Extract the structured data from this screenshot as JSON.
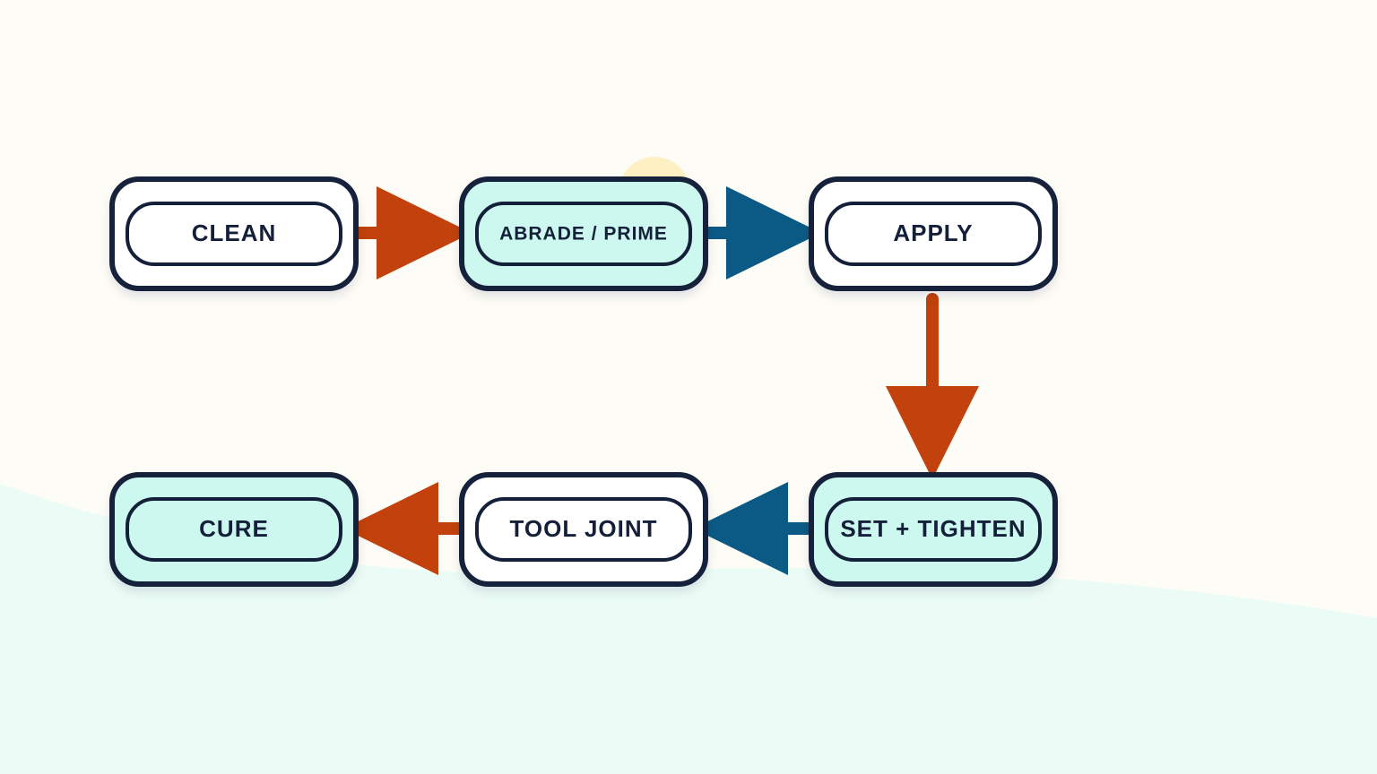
{
  "colors": {
    "background": "#fdfcf7",
    "wave": "#ebfcf6",
    "sun": "#fdf1c4",
    "box_stroke": "#14203a",
    "box_fill_white": "#ffffff",
    "box_fill_mint": "#cdf8ef",
    "arrow_orange": "#c2410c",
    "arrow_blue": "#0b5a85"
  },
  "steps": [
    {
      "label": "CLEAN",
      "fill": "white"
    },
    {
      "label": "ABRADE / PRIME",
      "fill": "mint"
    },
    {
      "label": "APPLY",
      "fill": "white"
    },
    {
      "label": "SET + TIGHTEN",
      "fill": "mint"
    },
    {
      "label": "TOOL JOINT",
      "fill": "white"
    },
    {
      "label": "CURE",
      "fill": "mint"
    }
  ],
  "connectors": [
    {
      "from": "CLEAN",
      "to": "ABRADE / PRIME",
      "color": "orange",
      "icon": "arrow-right-icon"
    },
    {
      "from": "ABRADE / PRIME",
      "to": "APPLY",
      "color": "blue",
      "icon": "arrow-right-icon"
    },
    {
      "from": "APPLY",
      "to": "SET + TIGHTEN",
      "color": "orange",
      "icon": "arrow-down-icon"
    },
    {
      "from": "SET + TIGHTEN",
      "to": "TOOL JOINT",
      "color": "blue",
      "icon": "arrow-left-icon"
    },
    {
      "from": "TOOL JOINT",
      "to": "CURE",
      "color": "orange",
      "icon": "arrow-left-icon"
    }
  ]
}
